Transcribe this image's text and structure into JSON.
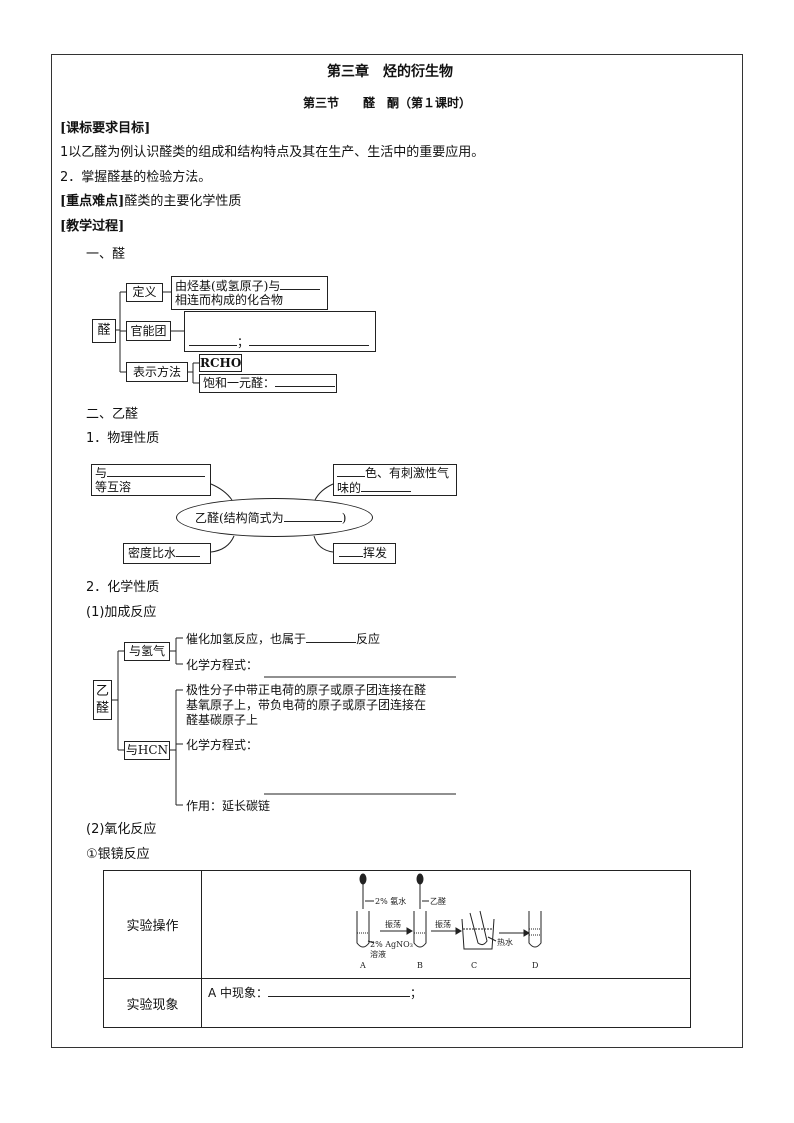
{
  "title": "第三章　烃的衍生物",
  "subtitle": "第三节　　醛　酮（第１课时）",
  "goals_heading": "[课标要求目标]",
  "goal1": "1以乙醛为例认识醛类的组成和结构特点及其在生产、生活中的重要应用。",
  "goal2": "2．掌握醛基的检验方法。",
  "key_heading": "[重点难点]",
  "key_text": "醛类的主要化学性质",
  "process_heading": "[教学过程]",
  "section1": {
    "heading": "一、醛",
    "root": "醛",
    "def_label": "定义",
    "def_text_1": "由烃基(或氢原子)与",
    "def_text_2": "相连而构成的化合物",
    "fg_label": "官能团",
    "fg_sep": "；",
    "rep_label": "表示方法",
    "rep_formula": "RCHO",
    "rep_saturated": "饱和一元醛："
  },
  "section2": {
    "heading": "二、乙醛",
    "phys_heading": "1．物理性质",
    "center": "乙醛(结构简式为",
    "center_end": ")",
    "tl_1": "与",
    "tl_2": "等互溶",
    "tr_1": "色、有刺激性气",
    "tr_2": "味的",
    "bl": "密度比水",
    "br": "挥发",
    "chem_heading": "2．化学性质",
    "add_heading": "(1)加成反应",
    "root": "乙醛",
    "h2_label": "与氢气",
    "h2_1": "催化加氢反应，也属于",
    "h2_1_end": "反应",
    "h2_2": "化学方程式：",
    "hcn_label": "与HCN",
    "hcn_1": "极性分子中带正电荷的原子或原子团连接在醛",
    "hcn_2": "基氧原子上，带负电荷的原子或原子团连接在",
    "hcn_3": "醛基碳原子上",
    "hcn_4": "化学方程式：",
    "hcn_5": "作用：延长碳链",
    "ox_heading": "(2)氧化反应",
    "silver_heading": "①银镜反应"
  },
  "experiment": {
    "op_label": "实验操作",
    "ob_label": "实验现象",
    "obs_a": "A 中现象：",
    "obs_end": "；",
    "fig": {
      "reagent1": "2% 氨水",
      "reagent2": "乙醛",
      "shake1": "振荡",
      "shake2": "振荡",
      "agno3": "2% AgNO₃",
      "solution": "溶液",
      "hot_water": "热水",
      "A": "A",
      "B": "B",
      "C": "C",
      "D": "D"
    }
  }
}
